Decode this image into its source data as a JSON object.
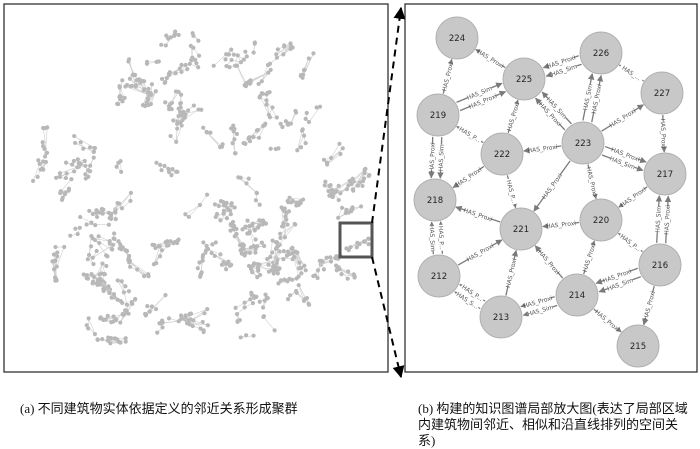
{
  "captions": {
    "a": "(a) 不同建筑物实体依据定义的邻近关系形成聚群",
    "b": "(b) 构建的知识图谱局部放大图(表达了局部区域内建筑物间邻近、相似和沿直线排列的空间关系)"
  },
  "colors": {
    "node": "#c8c8c8",
    "edge": "#7a7a7a",
    "frame": "#222222",
    "highlight": "#555555"
  },
  "nodes": [
    "224",
    "225",
    "226",
    "227",
    "219",
    "223",
    "222",
    "217",
    "218",
    "221",
    "220",
    "216",
    "212",
    "214",
    "213",
    "215"
  ],
  "edges": [
    {
      "from": "219",
      "to": "224",
      "labels": [
        "HAS_Proxi"
      ]
    },
    {
      "from": "225",
      "to": "224",
      "labels": [
        "HAS_Proxi"
      ]
    },
    {
      "from": "219",
      "to": "225",
      "labels": [
        "HAS_Sim",
        "HAS_Proxi"
      ]
    },
    {
      "from": "226",
      "to": "225",
      "labels": [
        "HAS_Sim",
        "HAS_Proxi"
      ]
    },
    {
      "from": "227",
      "to": "226",
      "labels": [
        "HAS_..."
      ]
    },
    {
      "from": "223",
      "to": "225",
      "labels": [
        "HAS_Proxi",
        "HAS_Sim"
      ]
    },
    {
      "from": "223",
      "to": "226",
      "labels": [
        "HAS_Sim",
        "HAS_Proxi"
      ]
    },
    {
      "from": "223",
      "to": "227",
      "labels": [
        "HAS_Proxi"
      ]
    },
    {
      "from": "227",
      "to": "217",
      "labels": [
        "HAS_Proxi"
      ]
    },
    {
      "from": "223",
      "to": "217",
      "labels": [
        "HAS_Proxi",
        "HAS_Sim"
      ]
    },
    {
      "from": "222",
      "to": "225",
      "labels": [
        "HAS_Proxi"
      ]
    },
    {
      "from": "222",
      "to": "219",
      "labels": [
        "HAS_P..."
      ]
    },
    {
      "from": "223",
      "to": "222",
      "labels": [
        "HAS_Proxi"
      ]
    },
    {
      "from": "219",
      "to": "218",
      "labels": [
        "HAS_Sim",
        "HAS_Proxi"
      ]
    },
    {
      "from": "222",
      "to": "218",
      "labels": [
        "HAS_Proxi"
      ]
    },
    {
      "from": "222",
      "to": "221",
      "labels": [
        "HAS_P..."
      ]
    },
    {
      "from": "223",
      "to": "221",
      "labels": [
        "HAS_Proxi"
      ]
    },
    {
      "from": "223",
      "to": "220",
      "labels": [
        "HAS_Proxi"
      ]
    },
    {
      "from": "217",
      "to": "220",
      "labels": [
        "HAS_Proxi"
      ]
    },
    {
      "from": "221",
      "to": "218",
      "labels": [
        "HAS_Proxi"
      ]
    },
    {
      "from": "220",
      "to": "221",
      "labels": [
        "HAS_Proxi"
      ]
    },
    {
      "from": "216",
      "to": "220",
      "labels": [
        "HAS_P..."
      ]
    },
    {
      "from": "212",
      "to": "218",
      "labels": [
        "HAS_Sim",
        "HAS_P..."
      ]
    },
    {
      "from": "212",
      "to": "221",
      "labels": [
        "HAS_Proxi"
      ]
    },
    {
      "from": "213",
      "to": "221",
      "labels": [
        "HAS_Proxi"
      ]
    },
    {
      "from": "214",
      "to": "221",
      "labels": [
        "HAS_Proxi"
      ]
    },
    {
      "from": "214",
      "to": "220",
      "labels": [
        "HAS_Proxi"
      ]
    },
    {
      "from": "216",
      "to": "217",
      "labels": [
        "HAS_Sim",
        "HAS_Proxi"
      ]
    },
    {
      "from": "216",
      "to": "214",
      "labels": [
        "HAS_Sim",
        "HAS_Proxi"
      ]
    },
    {
      "from": "214",
      "to": "213",
      "labels": [
        "HAS_Sim",
        "HAS_Proxi"
      ]
    },
    {
      "from": "213",
      "to": "212",
      "labels": [
        "HAS_S...",
        "HAS_P..."
      ]
    },
    {
      "from": "214",
      "to": "215",
      "labels": [
        "HAS_Proxi"
      ]
    },
    {
      "from": "216",
      "to": "215",
      "labels": [
        "HAS_Proxi"
      ]
    }
  ]
}
